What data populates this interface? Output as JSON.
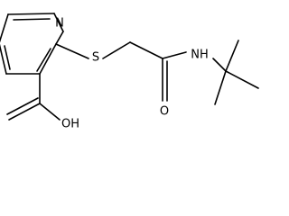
{
  "molecule": {
    "atoms": {
      "N_ring": "N",
      "S": "S",
      "NH": "NH",
      "O": "O",
      "OH": "OH"
    }
  },
  "colors": {
    "bond": "#000000",
    "label": "#000000",
    "background": "#ffffff"
  }
}
